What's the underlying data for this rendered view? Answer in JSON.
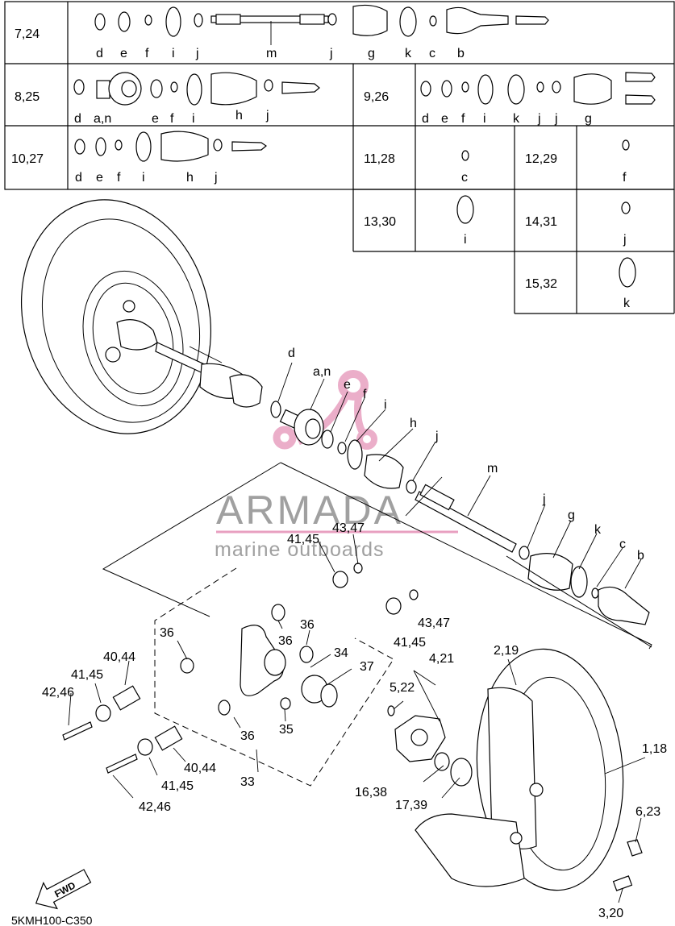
{
  "table": {
    "rows": [
      {
        "ref": "7,24",
        "letters": [
          "d",
          "e",
          "f",
          "i",
          "j",
          "m",
          "j",
          "g",
          "k",
          "c",
          "b"
        ]
      },
      {
        "ref": "8,25",
        "letters": [
          "d",
          "a,n",
          "e",
          "f",
          "i",
          "h",
          "j"
        ]
      },
      {
        "ref": "9,26",
        "letters": [
          "d",
          "e",
          "f",
          "i",
          "k",
          "j",
          "j",
          "g"
        ]
      },
      {
        "ref": "10,27",
        "letters": [
          "d",
          "e",
          "f",
          "i",
          "h",
          "j"
        ]
      },
      {
        "ref": "11,28",
        "letters": [
          "c"
        ]
      },
      {
        "ref": "12,29",
        "letters": [
          "f"
        ]
      },
      {
        "ref": "13,30",
        "letters": [
          "i"
        ]
      },
      {
        "ref": "14,31",
        "letters": [
          "j"
        ]
      },
      {
        "ref": "15,32",
        "letters": [
          "k"
        ]
      }
    ]
  },
  "callouts": {
    "d": "d",
    "an": "a,n",
    "e": "e",
    "f": "f",
    "i": "i",
    "h": "h",
    "j1": "j",
    "m": "m",
    "j2": "j",
    "g": "g",
    "k": "k",
    "c": "c",
    "b": "b",
    "p4345a": "41,45",
    "p4347a": "43,47",
    "p36a": "36",
    "p36b": "36",
    "p36c": "36",
    "p36d": "36",
    "p4347b": "43,47",
    "p4145b": "41,45",
    "p4044a": "40,44",
    "p34": "34",
    "p37": "37",
    "p4145c": "41,45",
    "p4246a": "42,46",
    "p35": "35",
    "p4044b": "40,44",
    "p4145d": "41,45",
    "p4246b": "42,46",
    "p33": "33",
    "p421": "4,21",
    "p522": "5,22",
    "p219": "2,19",
    "p118": "1,18",
    "p1638": "16,38",
    "p1739": "17,39",
    "p623": "6,23",
    "p320": "3,20"
  },
  "fwd_label": "FWD",
  "diagram_code": "5KMH100-C350",
  "watermark": {
    "title": "ARMADA",
    "subtitle": "marine outboards",
    "color": "#e8a0c0"
  }
}
